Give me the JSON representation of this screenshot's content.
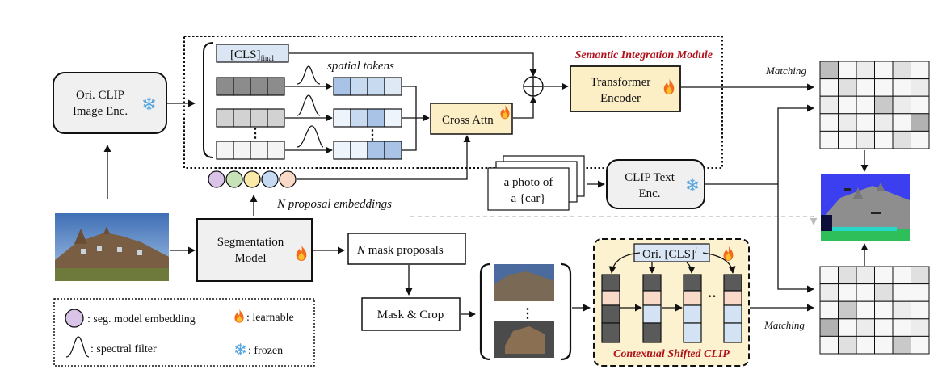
{
  "modules": {
    "ori_clip_image_enc": [
      "Ori. CLIP",
      "Image Enc."
    ],
    "segmentation_model": [
      "Segmentation",
      "Model"
    ],
    "transformer_encoder": [
      "Transformer",
      "Encoder"
    ],
    "cross_attn": "Cross Attn",
    "clip_text_enc": [
      "CLIP Text",
      "Enc."
    ],
    "mask_and_crop": "Mask & Crop",
    "mask_proposals_n": "N",
    "mask_proposals_rest": " mask proposals"
  },
  "semantic_integration": {
    "title": "Semantic Integration Module",
    "cls_final_main": "[CLS]",
    "cls_final_sub": "final",
    "spatial_tokens": "spatial tokens"
  },
  "proposal_embeddings": {
    "label_n": "N",
    "label_rest": " proposal embeddings",
    "colors": [
      "#d9c3e6",
      "#c7e2b6",
      "#fbe9a7",
      "#c5d9f1",
      "#f9d9c8"
    ]
  },
  "text_prompt": [
    "a photo of",
    "a {car}"
  ],
  "contextual_shifted_clip": {
    "title": "Contextual Shifted CLIP",
    "cls_main": "Ori. [CLS]",
    "cls_sup": "l"
  },
  "matching_label": "Matching",
  "legend": {
    "seg_embedding": ": seg. model embedding",
    "spectral_filter": ": spectral filter",
    "learnable": ": learnable",
    "frozen": ": frozen"
  },
  "icons": {
    "learnable": "fire-icon",
    "frozen": "snowflake-icon"
  },
  "colors": {
    "module_fill": "#f0f0f0",
    "learnable_fill": "#fcefc6",
    "token_blue": "#cfe0f3",
    "token_dark": "#5a5a5a",
    "title_red": "#b0131b"
  },
  "match_top_cells": [
    0.25,
    0.0,
    0.05,
    0.0,
    0.1,
    0.0,
    0.0,
    0.1,
    0.0,
    0.0,
    0.0,
    0.05,
    0.05,
    0.0,
    0.0,
    0.2,
    0.05,
    0.0,
    0.0,
    0.05,
    0.0,
    0.05,
    0.0,
    0.3,
    0.0,
    0.0,
    0.05,
    0.0,
    0.1,
    0.0
  ],
  "match_bottom_cells": [
    0.0,
    0.1,
    0.05,
    0.0,
    0.0,
    0.1,
    0.05,
    0.0,
    0.0,
    0.1,
    0.0,
    0.0,
    0.0,
    0.2,
    0.0,
    0.0,
    0.05,
    0.0,
    0.3,
    0.0,
    0.05,
    0.0,
    0.0,
    0.05,
    0.0,
    0.1,
    0.0,
    0.0,
    0.2,
    0.0
  ]
}
